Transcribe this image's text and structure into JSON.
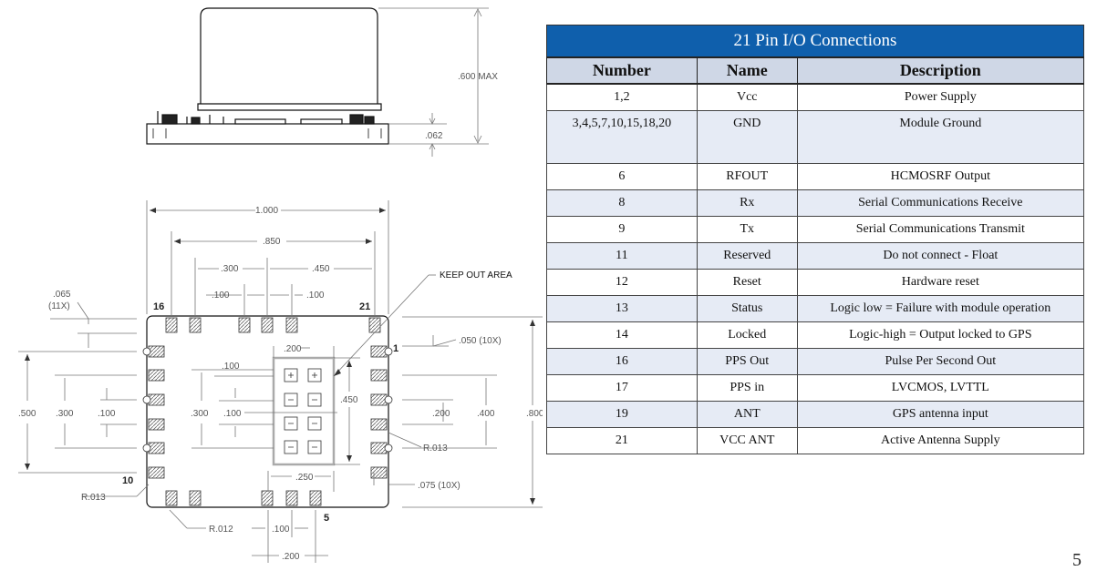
{
  "drawing": {
    "side_view": {
      "height_label": ".600 MAX",
      "base_label": ".062"
    },
    "top_view": {
      "dims": {
        "width_overall": "1.000",
        "pad_span": ".850",
        "span_300": ".300",
        "span_450": ".450",
        "pitch_100_left": ".100",
        "pitch_100_right": ".100",
        "pad_width": ".065",
        "pad_width_qty": "(11X)",
        "keep_out": "KEEP OUT AREA",
        "keep_out_width": ".200",
        "pad_length": ".050 (10X)",
        "left_100_top": ".100",
        "keep_out_height": ".450",
        "left_500": ".500",
        "left_300": ".300",
        "left_100": ".100",
        "inner_300": ".300",
        "inner_100": ".100",
        "right_200": ".200",
        "right_400": ".400",
        "height_800": ".800",
        "radius_013_right": "R.013",
        "radius_013_left": "R.013",
        "keep_out_250": ".250",
        "pad_075": ".075 (10X)",
        "radius_012": "R.012",
        "bottom_100": ".100",
        "bottom_200": ".200"
      },
      "pins": {
        "p16": "16",
        "p21": "21",
        "p1": "1",
        "p10": "10",
        "p5": "5"
      }
    }
  },
  "table": {
    "title": "21 Pin I/O Connections",
    "headers": {
      "number": "Number",
      "name": "Name",
      "description": "Description"
    },
    "rows": [
      {
        "number": "1,2",
        "name": "Vcc",
        "description": "Power Supply"
      },
      {
        "number": "3,4,5,7,10,15,18,20",
        "name": "GND",
        "description": "Module Ground"
      },
      {
        "number": "6",
        "name": "RFOUT",
        "description": "HCMOSRF Output"
      },
      {
        "number": "8",
        "name": "Rx",
        "description": "Serial Communications Receive"
      },
      {
        "number": "9",
        "name": "Tx",
        "description": "Serial Communications Transmit"
      },
      {
        "number": "11",
        "name": "Reserved",
        "description": "Do not connect - Float"
      },
      {
        "number": "12",
        "name": "Reset",
        "description": "Hardware reset"
      },
      {
        "number": "13",
        "name": "Status",
        "description": "Logic low = Failure with module operation"
      },
      {
        "number": "14",
        "name": "Locked",
        "description": "Logic-high = Output locked to GPS"
      },
      {
        "number": "16",
        "name": "PPS Out",
        "description": "Pulse Per Second Out"
      },
      {
        "number": "17",
        "name": "PPS in",
        "description": "LVCMOS, LVTTL"
      },
      {
        "number": "19",
        "name": "ANT",
        "description": "GPS antenna input"
      },
      {
        "number": "21",
        "name": "VCC ANT",
        "description": "Active Antenna Supply"
      }
    ]
  },
  "page_number": "5"
}
